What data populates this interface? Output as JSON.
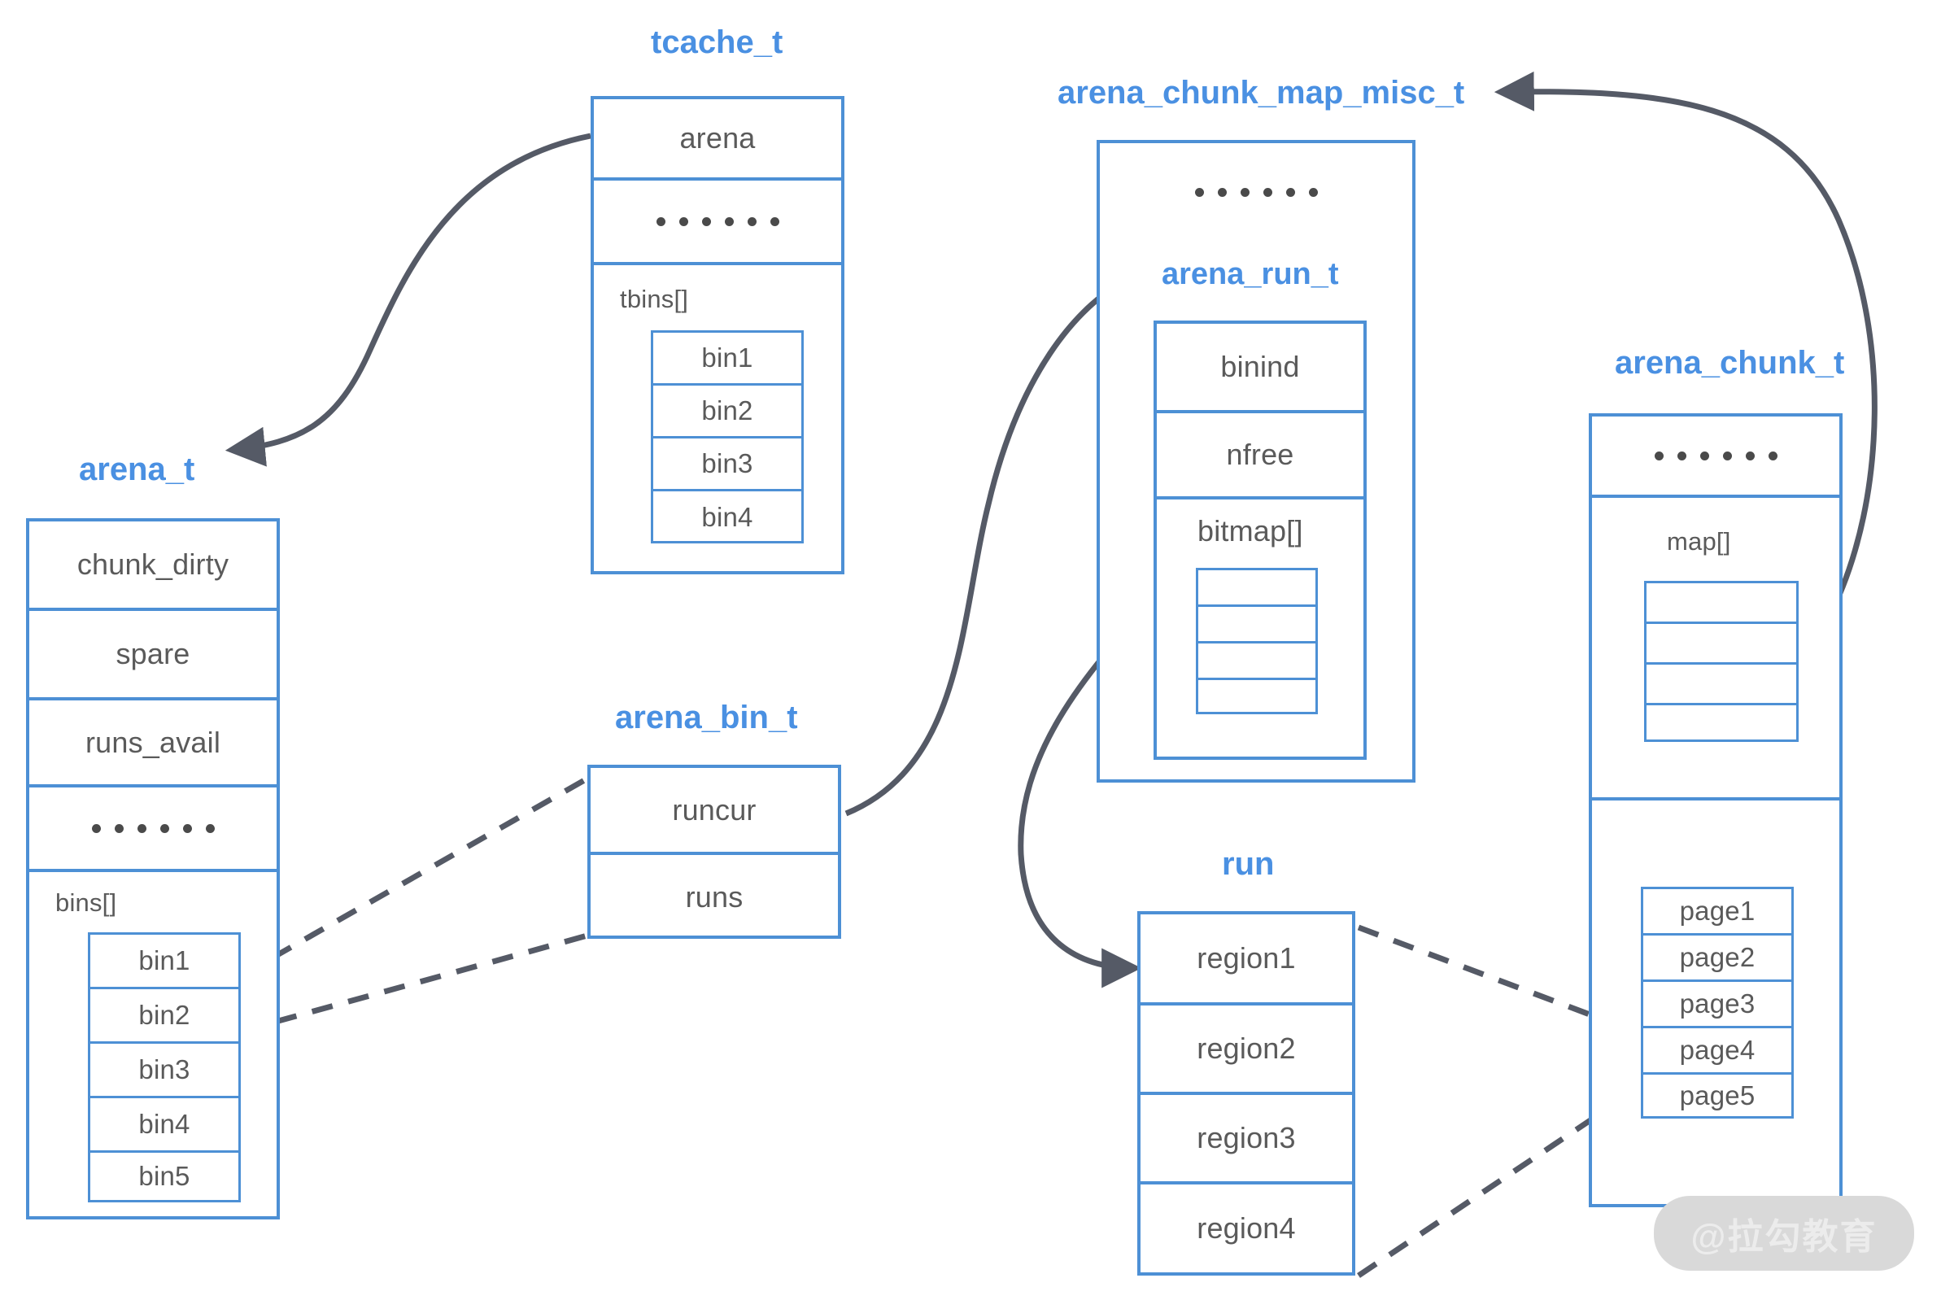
{
  "colors": {
    "box_border": "#4d90d5",
    "label_blue": "#4a90e2",
    "text_gray": "#5a5a5a",
    "connector_gray": "#555a66",
    "background": "#ffffff",
    "watermark_bg": "#d9d9d9"
  },
  "diagram": {
    "title_tcache": "tcache_t",
    "title_arena": "arena_t",
    "title_arena_bin": "arena_bin_t",
    "title_chunk_map_misc": "arena_chunk_map_misc_t",
    "title_arena_run": "arena_run_t",
    "title_run": "run",
    "title_arena_chunk": "arena_chunk_t"
  },
  "tcache_t": {
    "label": "tcache_t",
    "rows": [
      "arena",
      "……"
    ],
    "array_caption": "tbins[]",
    "bins": [
      "bin1",
      "bin2",
      "bin3",
      "bin4"
    ]
  },
  "arena_t": {
    "label": "arena_t",
    "rows": [
      "chunk_dirty",
      "spare",
      "runs_avail",
      "……"
    ],
    "array_caption": "bins[]",
    "bins": [
      "bin1",
      "bin2",
      "bin3",
      "bin4",
      "bin5"
    ]
  },
  "arena_bin_t": {
    "label": "arena_bin_t",
    "rows": [
      "runcur",
      "runs"
    ]
  },
  "arena_chunk_map_misc_t": {
    "label": "arena_chunk_map_misc_t",
    "rows": [
      "……"
    ],
    "inner": {
      "label": "arena_run_t",
      "rows": [
        "binind",
        "nfree"
      ],
      "array_caption": "bitmap[]",
      "cells": [
        "",
        "",
        "",
        ""
      ]
    }
  },
  "run": {
    "label": "run",
    "regions": [
      "region1",
      "region2",
      "region3",
      "region4"
    ]
  },
  "arena_chunk_t": {
    "label": "arena_chunk_t",
    "rows": [
      "……"
    ],
    "map_caption": "map[]",
    "map_cells": [
      "",
      "",
      "",
      ""
    ],
    "pages": [
      "page1",
      "page2",
      "page3",
      "page4",
      "page5"
    ]
  },
  "watermark": {
    "text": "@拉勾教育"
  }
}
